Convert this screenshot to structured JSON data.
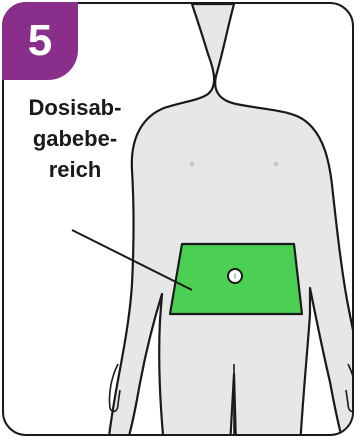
{
  "step": {
    "number": "5"
  },
  "callout": {
    "label": "Dosisab-\ngabebe-\nreich"
  },
  "colors": {
    "badge": "#8a2e8c",
    "zone": "#4cd054",
    "body": "#e7e7e7",
    "outline": "#1a1a1a"
  },
  "icons": {
    "zone": "abdomen-injection-zone",
    "navel": "navel-circle-icon"
  }
}
